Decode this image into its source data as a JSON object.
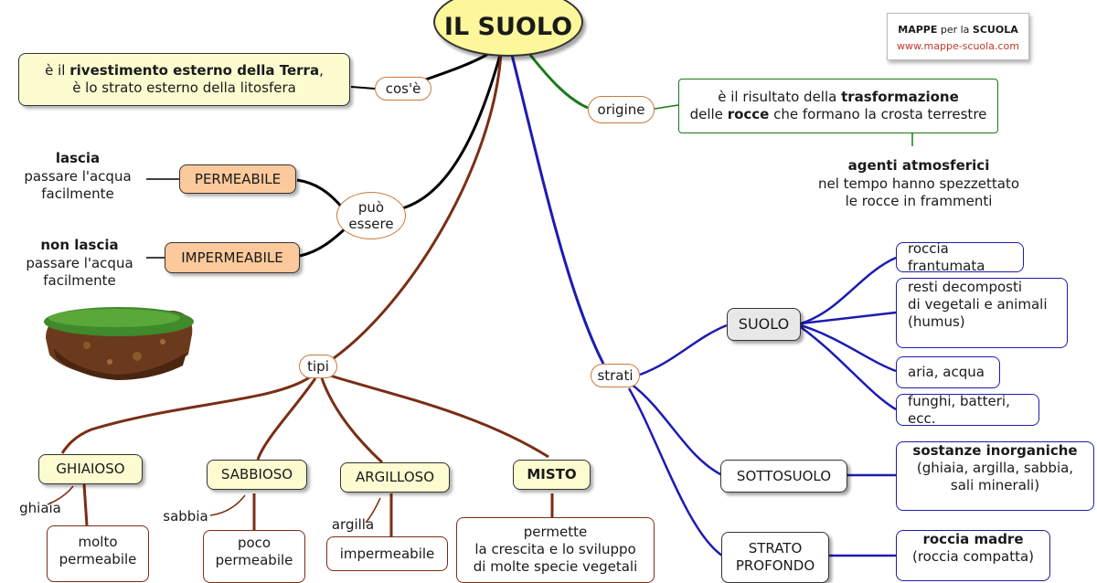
{
  "title": "IL SUOLO",
  "logo": {
    "brand_a": "MAPPE",
    "brand_b": " per la ",
    "brand_c": "SCUOLA",
    "url": "www.mappe-scuola.com"
  },
  "definition": {
    "link": "cos'è",
    "line1_pre": "è il ",
    "line1_bold": "rivestimento esterno della Terra",
    "line1_post": ",",
    "line2": "è lo strato esterno della litosfera"
  },
  "origin": {
    "link": "origine",
    "line1_pre": "è il risultato della ",
    "line1_bold": "trasformazione",
    "line2_pre": "delle ",
    "line2_bold": "rocce",
    "line2_post": " che formano la crosta terrestre",
    "agents_bold": "agenti atmosferici",
    "agents_line2": "nel tempo hanno spezzettato",
    "agents_line3": "le rocce in frammenti"
  },
  "can_be": {
    "link_line1": "può",
    "link_line2": "essere",
    "permeable": "PERMEABILE",
    "permeable_bold": "lascia",
    "permeable_line2": "passare l'acqua",
    "permeable_line3": "facilmente",
    "impermeable": "IMPERMEABILE",
    "impermeable_bold": "non lascia",
    "impermeable_line2": "passare l'acqua",
    "impermeable_line3": "facilmente"
  },
  "types": {
    "link": "tipi",
    "items": [
      {
        "name": "GHIAIOSO",
        "material": "ghiaia",
        "desc1": "molto",
        "desc2": "permeabile"
      },
      {
        "name": "SABBIOSO",
        "material": "sabbia",
        "desc1": "poco",
        "desc2": "permeabile"
      },
      {
        "name": "ARGILLOSO",
        "material": "argilla",
        "desc1": "impermeabile",
        "desc2": ""
      },
      {
        "name": "MISTO",
        "material": "",
        "desc1": "permette",
        "desc2": "la crescita e lo sviluppo",
        "desc3": "di molte specie vegetali"
      }
    ]
  },
  "layers": {
    "link": "strati",
    "suolo": {
      "name": "SUOLO",
      "items": [
        "roccia frantumata",
        "resti decomposti",
        "di vegetali e animali",
        "(humus)",
        "aria, acqua",
        "funghi, batteri, ecc."
      ]
    },
    "sottosuolo": {
      "name": "SOTTOSUOLO",
      "bold": "sostanze inorganiche",
      "line2": "(ghiaia, argilla, sabbia,",
      "line3": "sali minerali)"
    },
    "profondo": {
      "name1": "STRATO",
      "name2": "PROFONDO",
      "bold": "roccia madre",
      "line2": "(roccia compatta)"
    }
  },
  "colors": {
    "title_fill": "#fbf79a",
    "black_link": "#000000",
    "brown_link": "#7a2e14",
    "blue_link": "#1c1cb0",
    "green_link": "#1a7a1a",
    "orange_fill": "#fbc99b",
    "yellow_fill": "#fdfbd0"
  }
}
